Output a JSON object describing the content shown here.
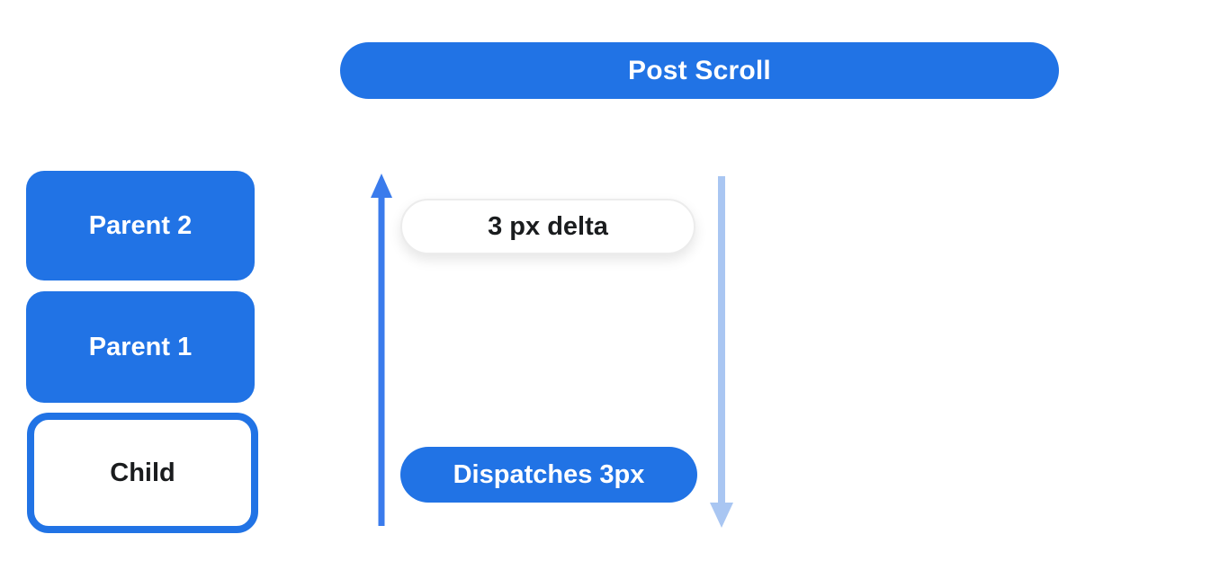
{
  "header": {
    "label": "Post Scroll"
  },
  "hierarchy": {
    "items": [
      {
        "label": "Parent 2",
        "variant": "filled"
      },
      {
        "label": "Parent 1",
        "variant": "filled"
      },
      {
        "label": "Child",
        "variant": "outlined"
      }
    ]
  },
  "flow": {
    "delta_label": "3 px delta",
    "dispatch_label": "Dispatches 3px"
  },
  "colors": {
    "primary_blue": "#2173E5",
    "arrow_blue": "#3A7BEC",
    "light_arrow_blue": "#A9C6F2",
    "text_dark": "#1A1C1E",
    "pill_border": "#ECECEC",
    "background": "#FFFFFF"
  }
}
